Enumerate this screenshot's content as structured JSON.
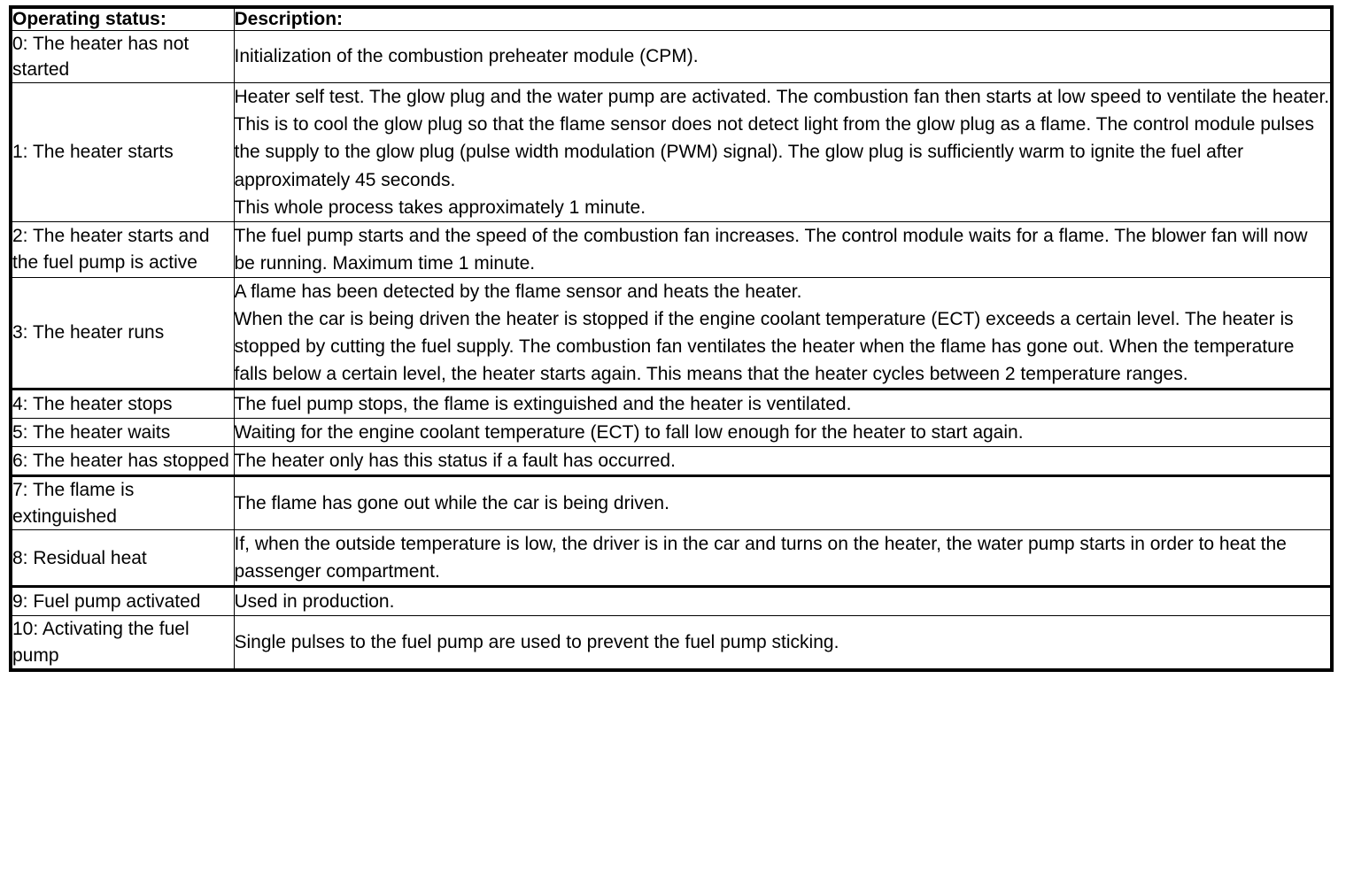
{
  "table": {
    "name": "operating-status-description-table",
    "columns": [
      {
        "key": "status",
        "label": "Operating status:"
      },
      {
        "key": "description",
        "label": "Description:"
      }
    ],
    "rows": [
      {
        "status": "0: The heater has not started",
        "description_lines": [
          "Initialization of the combustion preheater module (CPM)."
        ]
      },
      {
        "status": "1: The heater starts",
        "description_lines": [
          "Heater self test. The glow plug and the water pump are activated. The combustion fan then starts at low speed to ventilate the heater. This is to cool the glow plug so that the flame sensor does not detect light from the glow plug as a flame. The control module pulses the supply to the glow plug (pulse width modulation (PWM) signal). The glow plug is sufficiently warm to ignite the fuel after approximately 45 seconds.",
          "This whole process takes approximately 1 minute."
        ]
      },
      {
        "status": "2: The heater starts and the fuel pump is active",
        "description_lines": [
          "The fuel pump starts and the speed of the combustion fan increases. The control module waits for a flame. The blower fan will now be running. Maximum time 1 minute."
        ]
      },
      {
        "status": "3: The heater runs",
        "description_lines": [
          "A flame has been detected by the flame sensor and heats the heater.",
          "When the car is being driven the heater is stopped if the engine coolant temperature (ECT) exceeds a certain level. The heater is stopped by cutting the fuel supply. The combustion fan ventilates the heater when the flame has gone out. When the temperature falls below a certain level, the heater starts again. This means that the heater cycles between 2 temperature ranges."
        ]
      },
      {
        "status": "4: The heater stops",
        "description_lines": [
          "The fuel pump stops, the flame is extinguished and the heater is ventilated."
        ]
      },
      {
        "status": "5: The heater waits",
        "description_lines": [
          "Waiting for the engine coolant temperature (ECT) to fall low enough for the heater to start again."
        ]
      },
      {
        "status": "6: The heater has stopped",
        "description_lines": [
          "The heater only has this status if a fault has occurred."
        ]
      },
      {
        "status": "7: The flame is extinguished",
        "description_lines": [
          "The flame has gone out while the car is being driven."
        ]
      },
      {
        "status": "8: Residual heat",
        "description_lines": [
          "If, when the outside temperature is low, the driver is in the car and turns on the heater, the water pump starts in order to heat the passenger compartment."
        ]
      },
      {
        "status": "9: Fuel pump activated",
        "description_lines": [
          "Used in production."
        ]
      },
      {
        "status": "10: Activating the fuel pump",
        "description_lines": [
          "Single pulses to the fuel pump are used to prevent the fuel pump sticking."
        ]
      }
    ]
  },
  "style": {
    "border_color": "#000000",
    "text_color": "#000000",
    "background_color": "#ffffff"
  }
}
